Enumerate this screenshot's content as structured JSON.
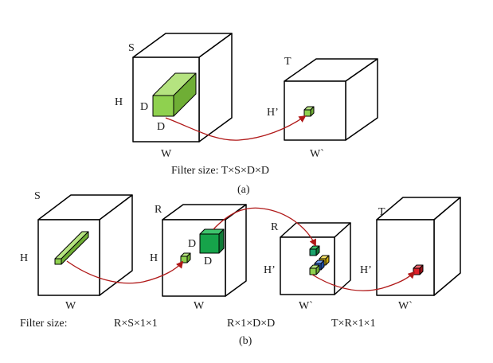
{
  "colors": {
    "light_green": "#8fd14f",
    "light_green_dark": "#6fae35",
    "light_green_top": "#b5e380",
    "dark_green": "#16a34a",
    "dark_green_dark": "#0f7a36",
    "dark_green_top": "#3ec46d",
    "teal": "#1aa36b",
    "blue": "#2f6fdb",
    "yellow": "#f2d21b",
    "red": "#e0202a",
    "arrow": "#b01818"
  },
  "part_a": {
    "input_cube": {
      "depth_label": "S",
      "height_label": "H",
      "width_label": "W"
    },
    "filter": {
      "label_side": "D",
      "label_bottom": "D"
    },
    "output_cube": {
      "depth_label": "T",
      "height_label": "H’",
      "width_label": "W`"
    },
    "filter_size": "Filter size: T×S×D×D",
    "caption": "(a)"
  },
  "part_b": {
    "cube1": {
      "depth_label": "S",
      "height_label": "H",
      "width_label": "W"
    },
    "cube2": {
      "depth_label": "R",
      "height_label": "H",
      "width_label": "W",
      "filter_side": "D",
      "filter_bottom": "D"
    },
    "cube3": {
      "depth_label": "R",
      "height_label": "H’",
      "width_label": "W`"
    },
    "cube4": {
      "depth_label": "T",
      "height_label": "H’",
      "width_label": "W`"
    },
    "filter_size_label": "Filter size:",
    "filter_sizes": [
      "R×S×1×1",
      "R×1×D×D",
      "T×R×1×1"
    ],
    "caption": "(b)"
  }
}
